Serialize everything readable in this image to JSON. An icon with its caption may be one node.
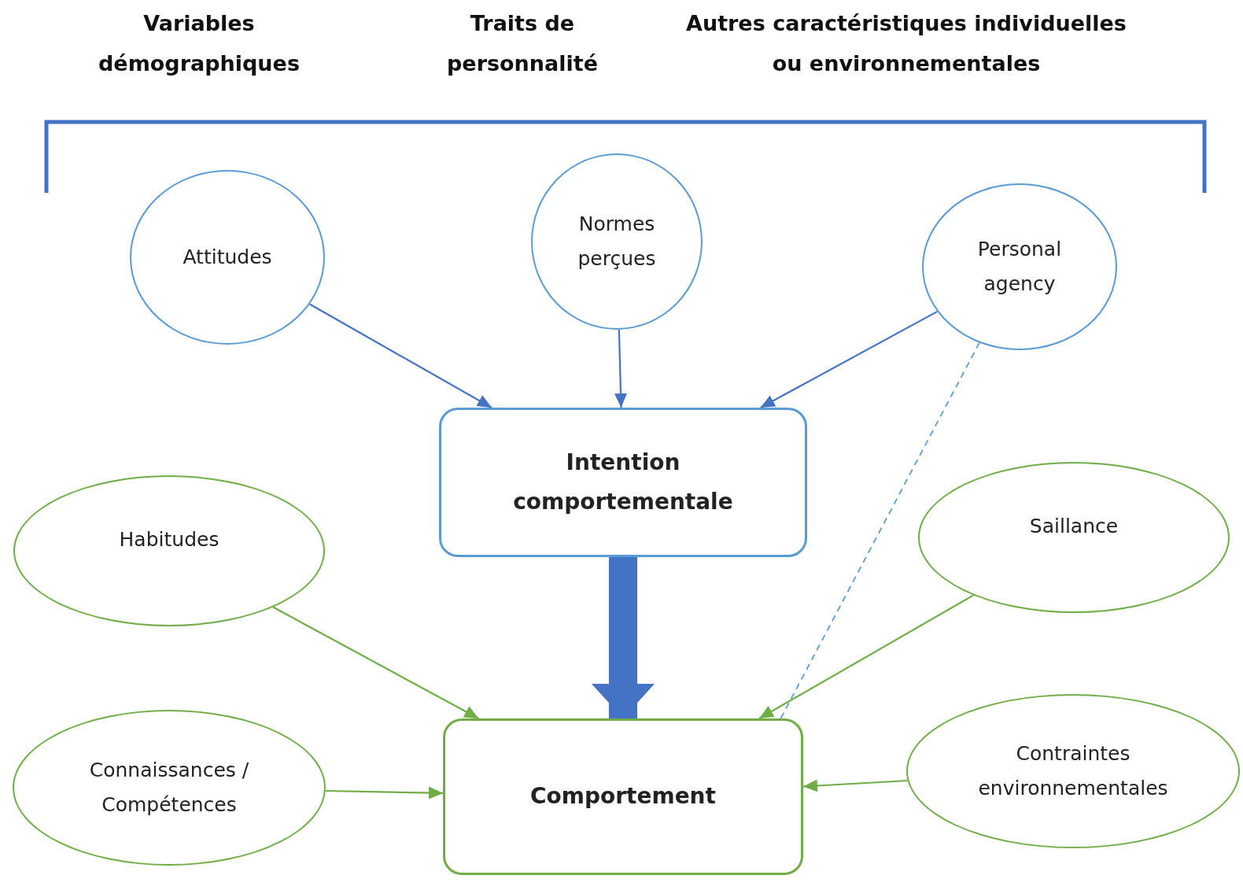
{
  "diagram": {
    "nodes": [
      {
        "text": [
          "Attitudes"
        ]
      },
      {
        "text": [
          "Normes perçues"
        ]
      },
      {
        "text": [
          "Personal agency"
        ]
      },
      {
        "text": [
          "Intention comportementale"
        ]
      },
      {
        "text": [
          "Habitudes"
        ]
      },
      {
        "text": [
          "Saillance"
        ]
      },
      {
        "text": [
          "Comportement"
        ]
      },
      {
        "text": [
          "Connaissances / Compétences"
        ]
      },
      {
        "text": [
          "Contraintes environnementales"
        ]
      }
    ],
    "edges": [
      {
        "from": 0,
        "to": 3,
        "arrow": "to"
      },
      {
        "from": 1,
        "to": 3,
        "arrow": "to"
      },
      {
        "from": 2,
        "to": 3,
        "arrow": "to"
      },
      {
        "from": 3,
        "to": 6,
        "arrow": "to",
        "style": "thick"
      },
      {
        "from": 2,
        "to": 6,
        "arrow": "none",
        "style": "dashed",
        "color": "#5b9bd5"
      },
      {
        "from": 4,
        "to": 6,
        "arrow": "to",
        "color": "#70ad47"
      },
      {
        "from": 5,
        "to": 6,
        "arrow": "to",
        "color": "#70ad47"
      },
      {
        "from": 7,
        "to": 6,
        "arrow": "to",
        "color": "#70ad47"
      },
      {
        "from": 8,
        "to": 6,
        "arrow": "to",
        "color": "#70ad47"
      }
    ],
    "labels": [
      "Variables démographiques",
      "Traits de personnalité",
      "Autres caractéristiques individuelles ou environnementales"
    ]
  }
}
